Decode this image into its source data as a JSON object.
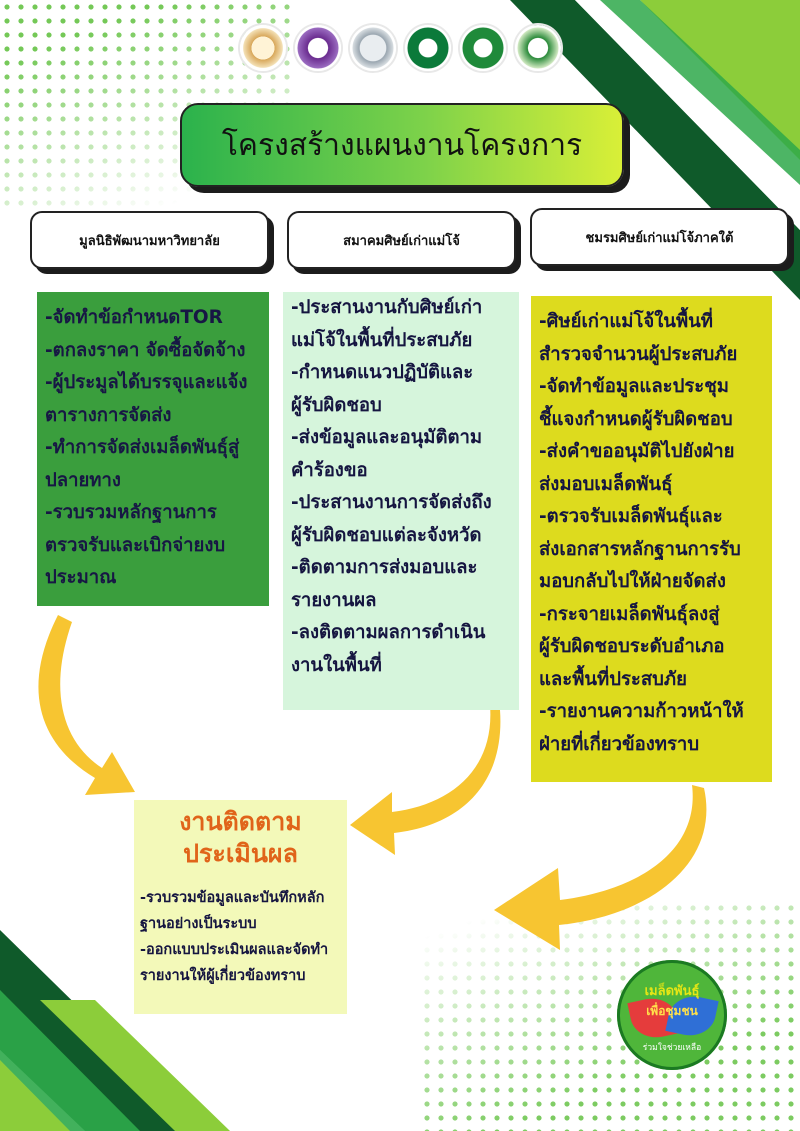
{
  "title": "โครงสร้างแผนงานโครงการ",
  "logos": [
    {
      "name": "logo-1",
      "color": "#d8a75a"
    },
    {
      "name": "logo-2",
      "color": "#6a2c8f"
    },
    {
      "name": "logo-3",
      "color": "#9aa6b0"
    },
    {
      "name": "logo-4",
      "color": "#0b7a3a"
    },
    {
      "name": "logo-5",
      "color": "#1f8a3a"
    },
    {
      "name": "logo-6",
      "color": "#2a8a3a"
    }
  ],
  "orgs": {
    "foundation": "มูลนิธิพัฒนามหาวิทยาลัย",
    "alumni_assoc": "สมาคมศิษย์เก่าแม่โจ้",
    "south_club": "ชมรมศิษย์เก่าแม่โจ้ภาคใต้"
  },
  "col_foundation": [
    "-จัดทำข้อกำหนดTOR",
    "-ตกลงราคา จัดซื้อจัดจ้าง",
    "-ผู้ประมูลได้บรรจุและแจ้ง",
    "ตารางการจัดส่ง",
    "-ทำการจัดส่งเมล็ดพันธุ์สู่",
    "ปลายทาง",
    "-รวบรวมหลักฐานการ",
    "ตรวจรับและเบิกจ่ายงบ",
    "ประมาณ"
  ],
  "col_alumni": [
    "-ประสานงานกับศิษย์เก่า",
    "แม่โจ้ในพื้นที่ประสบภัย",
    "-กำหนดแนวปฏิบัติและ",
    "ผู้รับผิดชอบ",
    "-ส่งข้อมูลและอนุมัติตาม",
    "คำร้องขอ",
    "-ประสานงานการจัดส่งถึง",
    "ผู้รับผิดชอบแต่ละจังหวัด",
    "-ติดตามการส่งมอบและ",
    "รายงานผล",
    "-ลงติดตามผลการดำเนิน",
    "งานในพื้นที่"
  ],
  "col_south": [
    "-ศิษย์เก่าแม่โจ้ในพื้นที่",
    "สำรวจจำนวนผู้ประสบภัย",
    "-จัดทำข้อมูลและประชุม",
    "ชี้แจงกำหนดผู้รับผิดชอบ",
    "-ส่งคำขออนุมัติไปยังฝ่าย",
    "ส่งมอบเมล็ดพันธุ์",
    "-ตรวจรับเมล็ดพันธุ์และ",
    "ส่งเอกสารหลักฐานการรับ",
    "มอบกลับไปให้ฝ่ายจัดส่ง",
    "-กระจายเมล็ดพันธุ์ลงสู่",
    "ผู้รับผิดชอบระดับอำเภอ",
    "และพื้นที่ประสบภัย",
    "-รายงานความก้าวหน้าให้",
    "ฝ่ายที่เกี่ยวข้องทราบ"
  ],
  "evaluation": {
    "title_line1": "งานติดตาม",
    "title_line2": "ประเมินผล",
    "lines": [
      "-รวบรวมข้อมูลและบันทึกหลัก",
      "ฐานอย่างเป็นระบบ",
      "-ออกแบบประเมินผลและจัดทำ",
      "รายงานให้ผู้เกี่ยวข้องทราบ"
    ]
  },
  "seed_logo": {
    "line1": "เมล็ดพันธุ์",
    "line2": "เพื่อชุมชน",
    "line3": "ร่วมใจช่วยเหลือ"
  },
  "colors": {
    "green_box": "#3a9e3d",
    "mint_box": "#d6f5dc",
    "yellow_box": "#dddb1e",
    "eval_box": "#f3f9b9",
    "arrow": "#f7c531",
    "dark_green": "#0f5a2a",
    "lime": "#8ccd3a"
  }
}
